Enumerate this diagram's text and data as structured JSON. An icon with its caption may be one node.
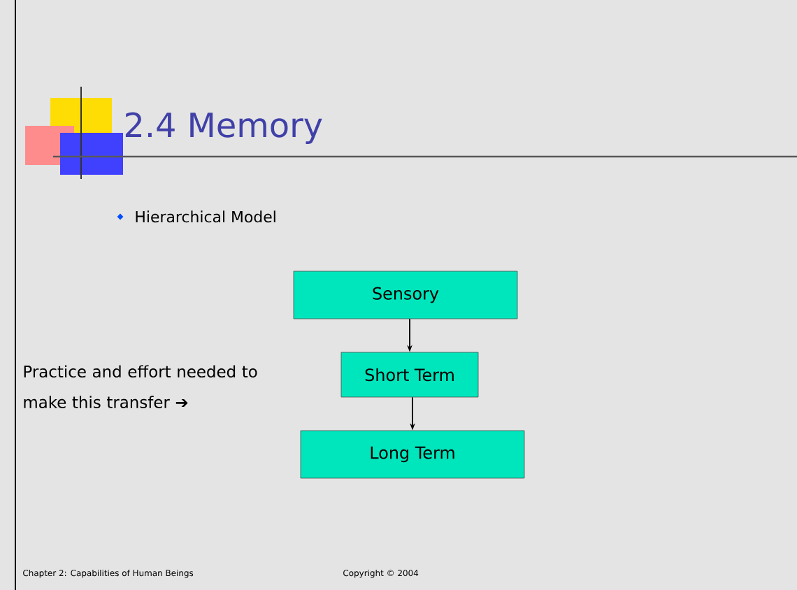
{
  "diagram": {
    "title": "2.4 Memory",
    "nodes": [
      {
        "text": [
          "Sensory"
        ]
      },
      {
        "text": [
          "Short Term"
        ]
      },
      {
        "text": [
          "Long Term"
        ]
      }
    ],
    "edges": [
      {
        "from": 0,
        "to": 1,
        "arrow": "to"
      },
      {
        "from": 1,
        "to": 2,
        "arrow": "to"
      }
    ],
    "labels": [
      "Hierarchical Model",
      "Practice and effort needed to make this transfer ➔",
      "Chapter 2: Capabilities of Human Beings",
      "Copyright © 2004"
    ]
  }
}
